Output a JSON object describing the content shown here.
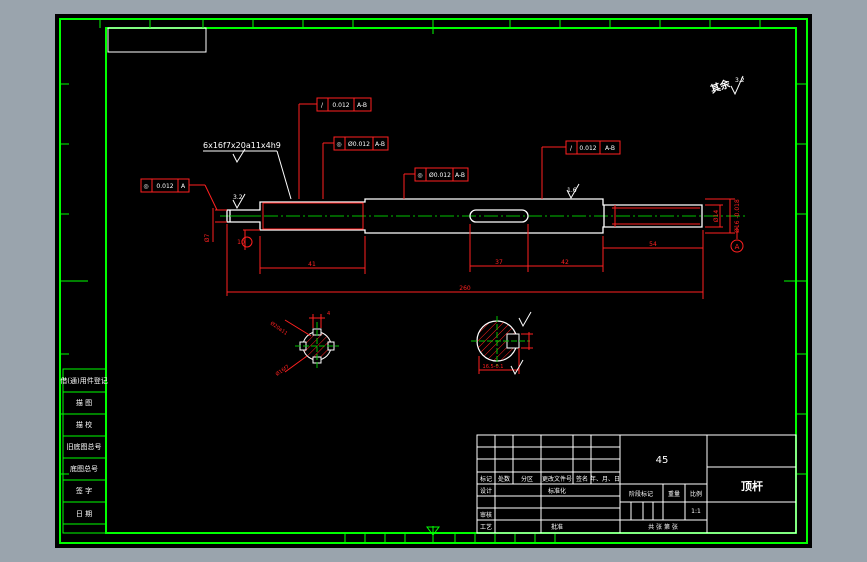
{
  "drawing": {
    "roughness": "其余",
    "roughness_value": "3.2",
    "spline_spec": "6x16f7x20a11x4h9",
    "tolerances": {
      "runout_top": {
        "sym": "/",
        "val": "0.012",
        "datum": "A-B"
      },
      "conc_1": {
        "sym": "◎",
        "val": "Ø0.012",
        "datum": "A-B"
      },
      "conc_2": {
        "sym": "◎",
        "val": "Ø0.012",
        "datum": "A-B"
      },
      "runout_right": {
        "sym": "/",
        "val": "0.012",
        "datum": "A-B"
      },
      "left_box": {
        "sym": "◎",
        "val": "0.012",
        "datum": "A"
      }
    },
    "surface_labels": [
      "3.2",
      "1.6"
    ],
    "dims": {
      "d_left_end": "Ø7",
      "d_left_step": "10",
      "spline_len": "41",
      "key_len": "37",
      "mid_len": "42",
      "right_len": "54",
      "total": "260",
      "right_dia": "Ø14",
      "right_dia_tol": "Ø16 -0.018",
      "section_b": "16.5-0.1",
      "section_w": "4",
      "spline_r1": "Ø20a11",
      "spline_r2": "Ø16f7"
    },
    "datum_A": "A"
  },
  "side_table": [
    "借(通)用件登记",
    "描 图",
    "描 校",
    "旧底图总号",
    "底图总号",
    "签 字",
    "日 期"
  ],
  "title_block": {
    "material": "45",
    "part_name": "顶杆",
    "rows": {
      "r1": [
        "标记",
        "处数",
        "分区",
        "更改文件号",
        "签名",
        "年、月、日"
      ],
      "design": "设计",
      "standard": "标准化",
      "stage": "阶段标记",
      "weight": "重量",
      "scale_label": "比例",
      "scale": "1:1",
      "review": "审核",
      "process": "工艺",
      "approve": "批准",
      "sheets": "共 张 第 张"
    }
  },
  "colors": {
    "frame": "#00ff00",
    "annot": "#ff2020",
    "outline": "#ffffff",
    "center": "#00c000",
    "background": "#000000"
  }
}
